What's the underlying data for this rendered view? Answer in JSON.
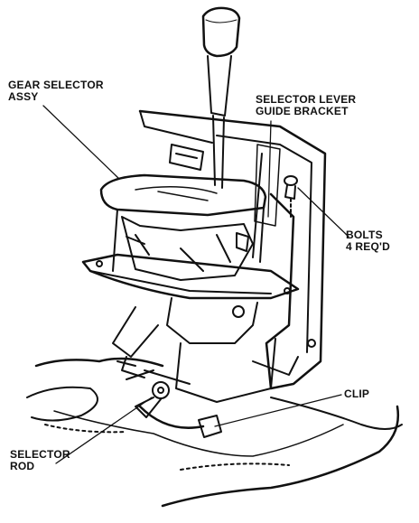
{
  "diagram": {
    "ink_color": "#111111",
    "paper_color": "#ffffff"
  },
  "labels": {
    "gear_selector": {
      "line1": "GEAR SELECTOR",
      "line2": "ASSY"
    },
    "guide_bracket": {
      "line1": "SELECTOR LEVER",
      "line2": "GUIDE BRACKET"
    },
    "bolts": {
      "line1": "BOLTS",
      "line2": "4 REQ'D"
    },
    "clip": {
      "line1": "CLIP"
    },
    "selector_rod": {
      "line1": "SELECTOR",
      "line2": "ROD"
    }
  }
}
